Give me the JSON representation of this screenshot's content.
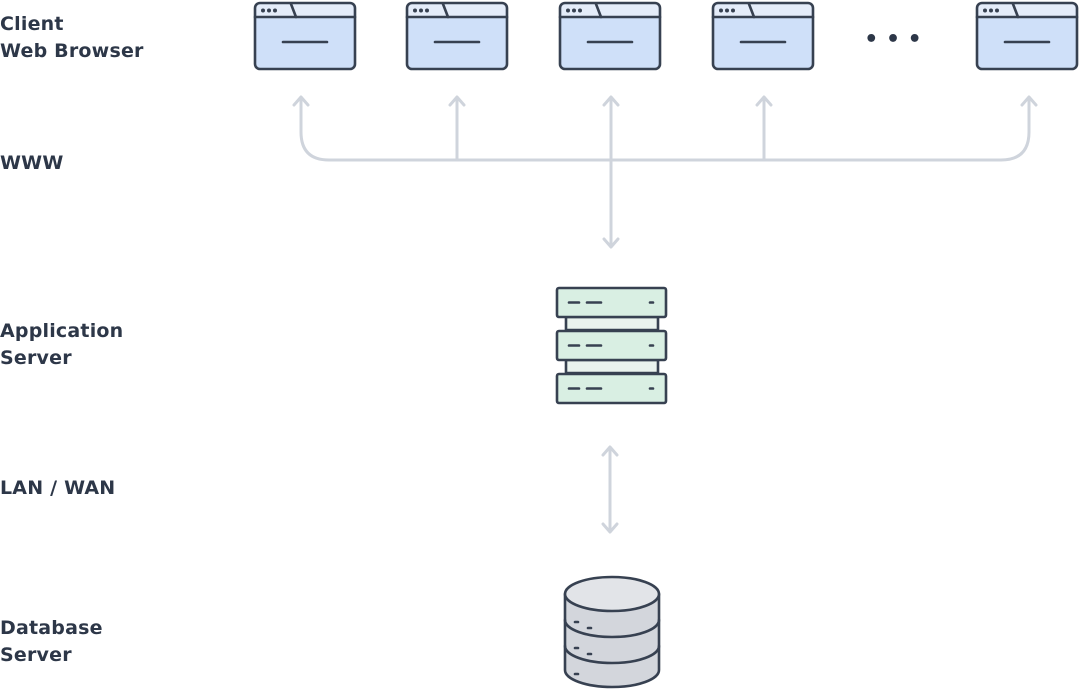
{
  "layers": {
    "client": {
      "line1": "Client",
      "line2": "Web Browser"
    },
    "www": {
      "label": "WWW"
    },
    "app": {
      "line1": "Application",
      "line2": "Server"
    },
    "lan": {
      "label": "LAN / WAN"
    },
    "db": {
      "line1": "Database",
      "line2": "Server"
    }
  },
  "browsers": {
    "count_shown": 5,
    "ellipsis": "• • •"
  },
  "colors": {
    "browser_fill": "#cfe0f9",
    "server_fill": "#d9efe3",
    "database_fill": "#d3d6dc",
    "connector": "#cfd4dc",
    "outline": "#374151",
    "label_text": "#2d3748"
  },
  "icons": [
    "browser-window-icon",
    "server-rack-icon",
    "database-cylinder-icon",
    "up-arrow-icon",
    "double-arrow-icon"
  ]
}
